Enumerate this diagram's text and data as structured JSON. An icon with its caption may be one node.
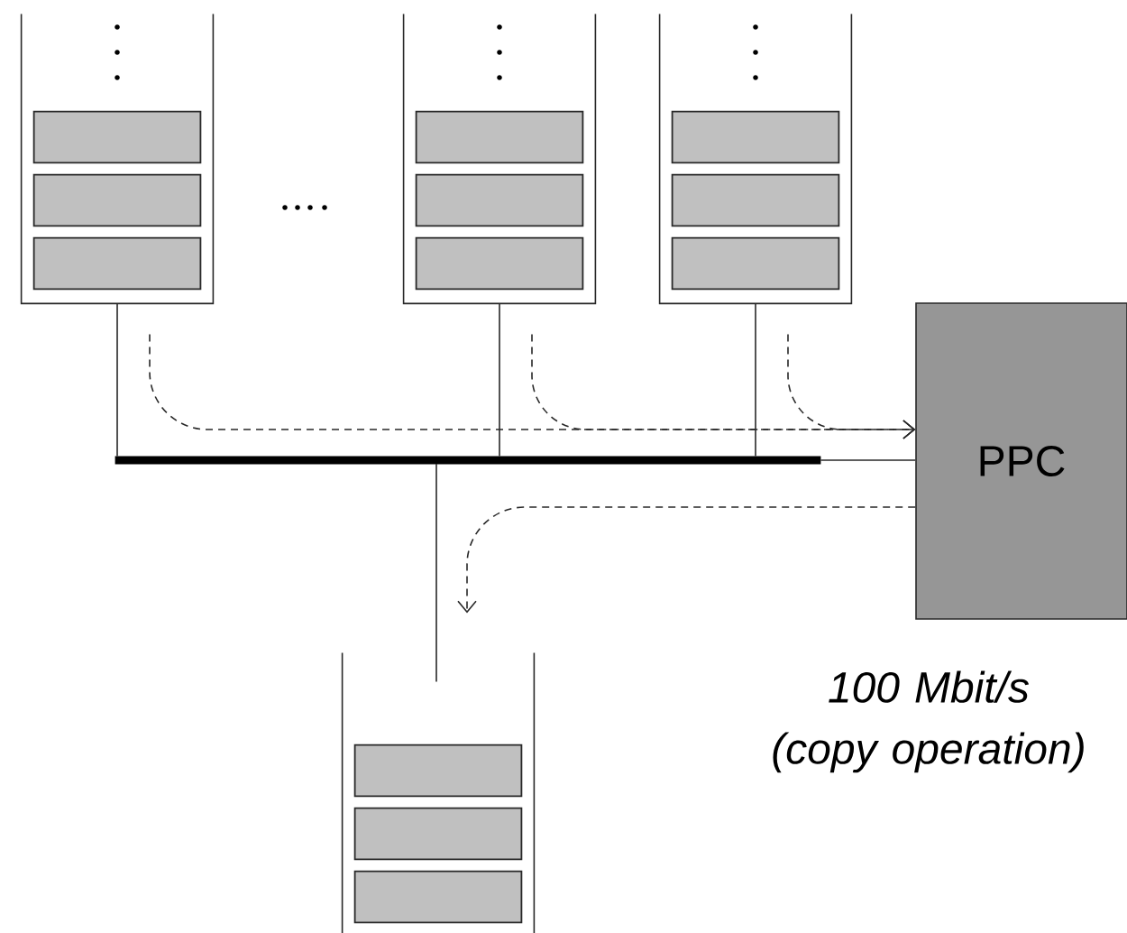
{
  "diagram": {
    "nodes": [
      {
        "text": [],
        "shape": "box"
      },
      {
        "text": [],
        "shape": "box",
        "in": 0
      },
      {
        "text": [],
        "shape": "box",
        "in": 0
      },
      {
        "text": [],
        "shape": "box",
        "in": 0
      },
      {
        "text": [],
        "shape": "box"
      },
      {
        "text": [],
        "shape": "box",
        "in": 4
      },
      {
        "text": [],
        "shape": "box",
        "in": 4
      },
      {
        "text": [],
        "shape": "box",
        "in": 4
      },
      {
        "text": [],
        "shape": "box"
      },
      {
        "text": [],
        "shape": "box",
        "in": 8
      },
      {
        "text": [],
        "shape": "box",
        "in": 8
      },
      {
        "text": [],
        "shape": "box",
        "in": 8
      },
      {
        "text": [],
        "shape": "bar"
      },
      {
        "text": [
          "PPC"
        ]
      },
      {
        "text": [],
        "shape": "box"
      },
      {
        "text": [],
        "shape": "box",
        "in": 14
      },
      {
        "text": [],
        "shape": "box",
        "in": 14
      },
      {
        "text": [],
        "shape": "box",
        "in": 14
      }
    ],
    "edges": [
      {
        "from": 0,
        "to": 12,
        "arrow": "none"
      },
      {
        "from": 4,
        "to": 12,
        "arrow": "none"
      },
      {
        "from": 8,
        "to": 12,
        "arrow": "none"
      },
      {
        "from": 12,
        "to": 13,
        "arrow": "none"
      },
      {
        "from": 12,
        "to": 14,
        "arrow": "none"
      },
      {
        "from": 0,
        "to": 13,
        "arrow": "to",
        "style": "dashed"
      },
      {
        "from": 4,
        "to": 13,
        "arrow": "to",
        "style": "dashed"
      },
      {
        "from": 8,
        "to": 13,
        "arrow": "to",
        "style": "dashed"
      },
      {
        "from": 13,
        "to": 14,
        "arrow": "to",
        "style": "dashed"
      }
    ],
    "labels": [
      "100 Mbit/s (copy operation)"
    ]
  }
}
